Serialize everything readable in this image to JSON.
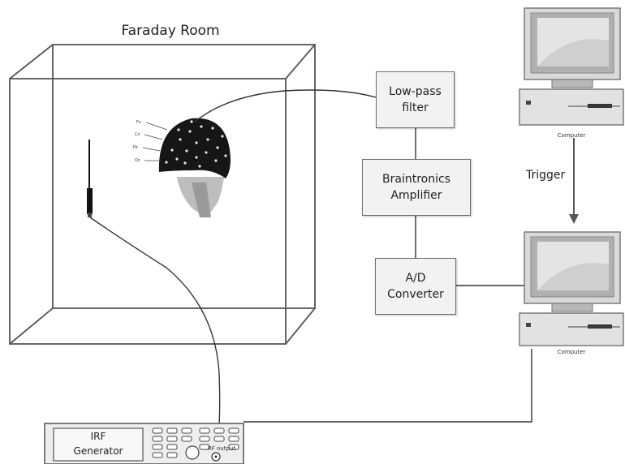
{
  "room": {
    "title": "Faraday Room"
  },
  "blocks": {
    "lowpass": [
      "Low-pass",
      "filter"
    ],
    "amplifier": [
      "Braintronics",
      "Amplifier"
    ],
    "adc": [
      "A/D",
      "Converter"
    ]
  },
  "computers": {
    "top_label": "Computer",
    "bottom_label": "Computer"
  },
  "trigger": "Trigger",
  "generator": {
    "line1": "IRF",
    "line2": "Generator",
    "output_label": "RF output"
  }
}
